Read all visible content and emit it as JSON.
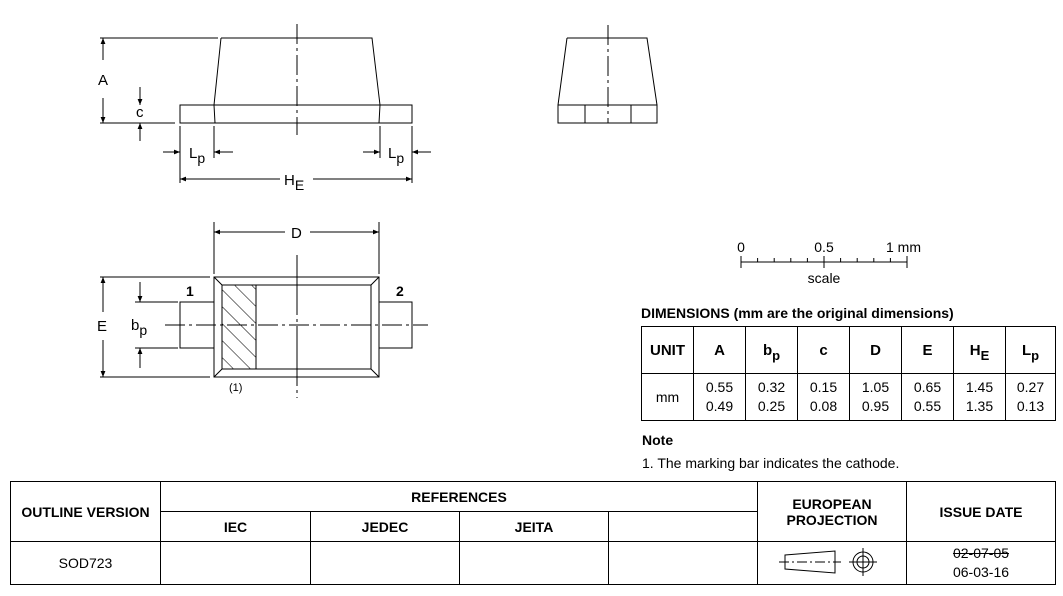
{
  "drawing": {
    "labels": {
      "A": "A",
      "c": "c",
      "Lp_main": "L",
      "Lp_sub": "p",
      "HE_main": "H",
      "HE_sub": "E",
      "D": "D",
      "E": "E",
      "bp_main": "b",
      "bp_sub": "p",
      "pin1": "1",
      "pin2": "2",
      "note_ref": "(1)"
    },
    "scale": {
      "tick0": "0",
      "tick_mid": "0.5",
      "tick_end": "1 mm",
      "label": "scale"
    }
  },
  "dimensions": {
    "title": "DIMENSIONS (mm are the original dimensions)",
    "headers": [
      {
        "main": "UNIT",
        "sub": ""
      },
      {
        "main": "A",
        "sub": ""
      },
      {
        "main": "b",
        "sub": "p"
      },
      {
        "main": "c",
        "sub": ""
      },
      {
        "main": "D",
        "sub": ""
      },
      {
        "main": "E",
        "sub": ""
      },
      {
        "main": "H",
        "sub": "E"
      },
      {
        "main": "L",
        "sub": "p"
      }
    ],
    "unit": "mm",
    "max": [
      "0.55",
      "0.32",
      "0.15",
      "1.05",
      "0.65",
      "1.45",
      "0.27"
    ],
    "min": [
      "0.49",
      "0.25",
      "0.08",
      "0.95",
      "0.55",
      "1.35",
      "0.13"
    ]
  },
  "note": {
    "heading": "Note",
    "text": "1. The marking bar indicates the cathode."
  },
  "title_block": {
    "outline_version_label": "OUTLINE VERSION",
    "references_label": "REFERENCES",
    "iec": "IEC",
    "jedec": "JEDEC",
    "jeita": "JEITA",
    "projection_label": "EUROPEAN PROJECTION",
    "issue_date_label": "ISSUE DATE",
    "outline_version": "SOD723",
    "issue_date_old": "02-07-05",
    "issue_date_new": "06-03-16"
  }
}
